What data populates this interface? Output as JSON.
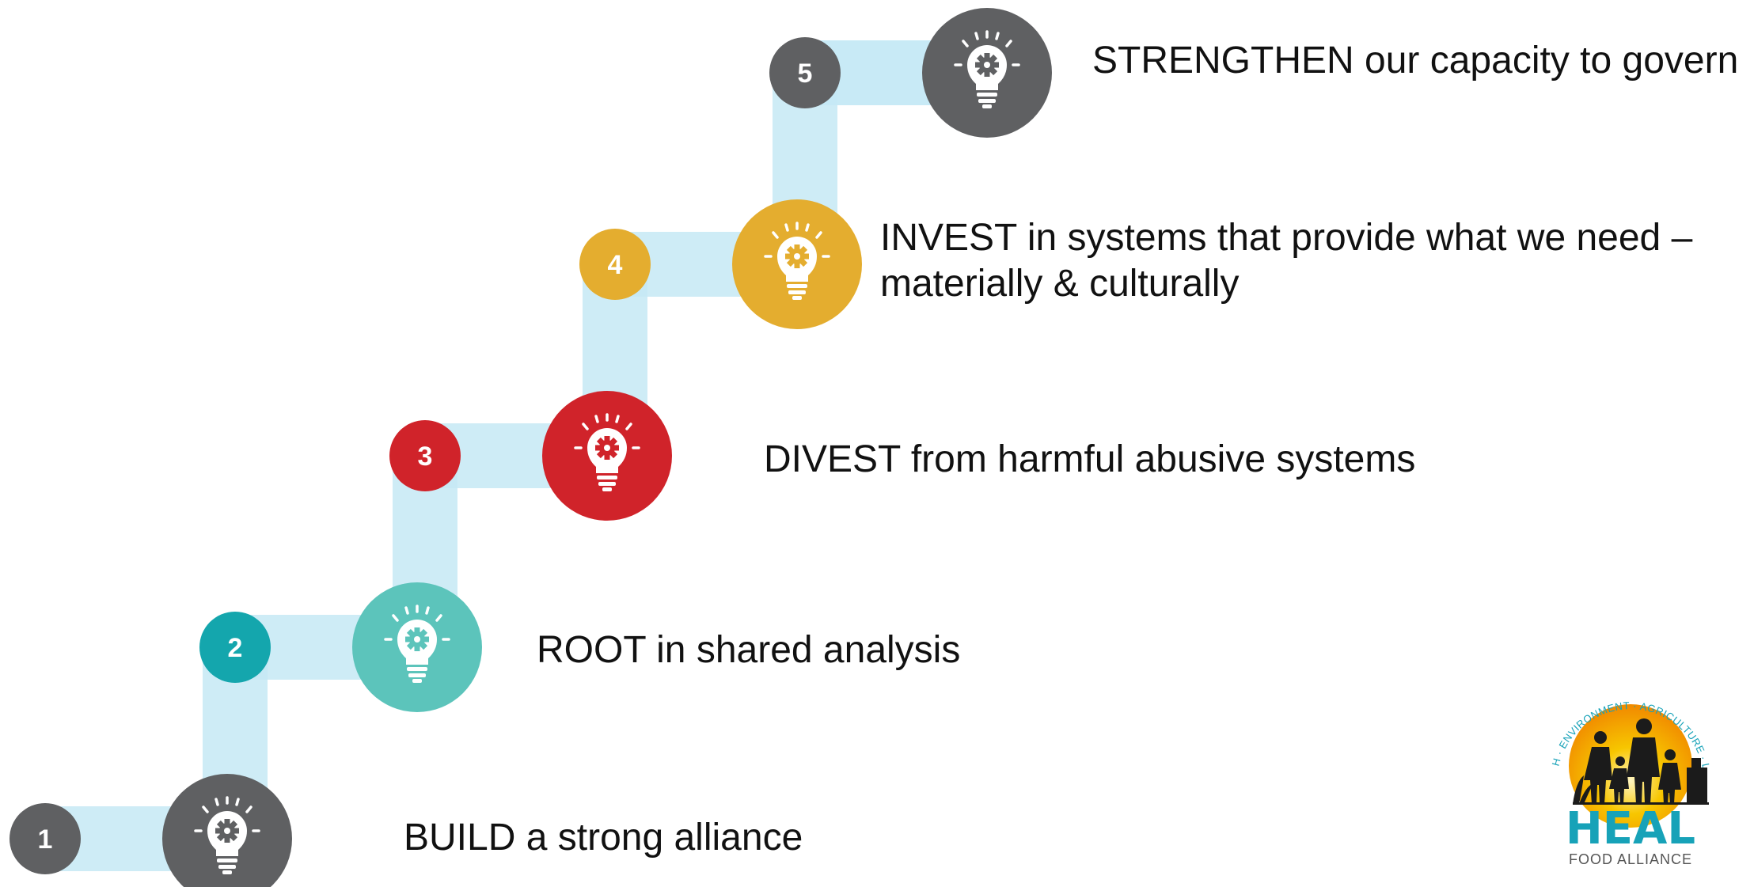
{
  "steps": [
    {
      "number": "1",
      "color": "#5f6062",
      "lines": [
        "BUILD a strong alliance"
      ],
      "icon": "lightbulb-gear-icon"
    },
    {
      "number": "2",
      "color": "#14a6ad",
      "bulb_color": "#5cc4bb",
      "lines": [
        "ROOT in shared analysis"
      ],
      "icon": "lightbulb-gear-icon"
    },
    {
      "number": "3",
      "color": "#d0232a",
      "lines": [
        "DIVEST from harmful abusive systems"
      ],
      "icon": "lightbulb-gear-icon"
    },
    {
      "number": "4",
      "color": "#e4ad2f",
      "lines": [
        "INVEST in systems that provide what we need –",
        "materially & culturally"
      ],
      "icon": "lightbulb-gear-icon"
    },
    {
      "number": "5",
      "color": "#5f6062",
      "lines": [
        "STRENGTHEN our capacity to govern"
      ],
      "icon": "lightbulb-gear-icon"
    }
  ],
  "connector_color": "#c5e9f5",
  "logo": {
    "arc_text": "HEALTH · ENVIRONMENT · AGRICULTURE · LABOR",
    "wordmark": "HEAL",
    "subtitle": "FOOD ALLIANCE",
    "wordmark_color": "#17a2b8",
    "sun_color": "#f7b500",
    "icon": "heal-logo-family-silhouette"
  }
}
